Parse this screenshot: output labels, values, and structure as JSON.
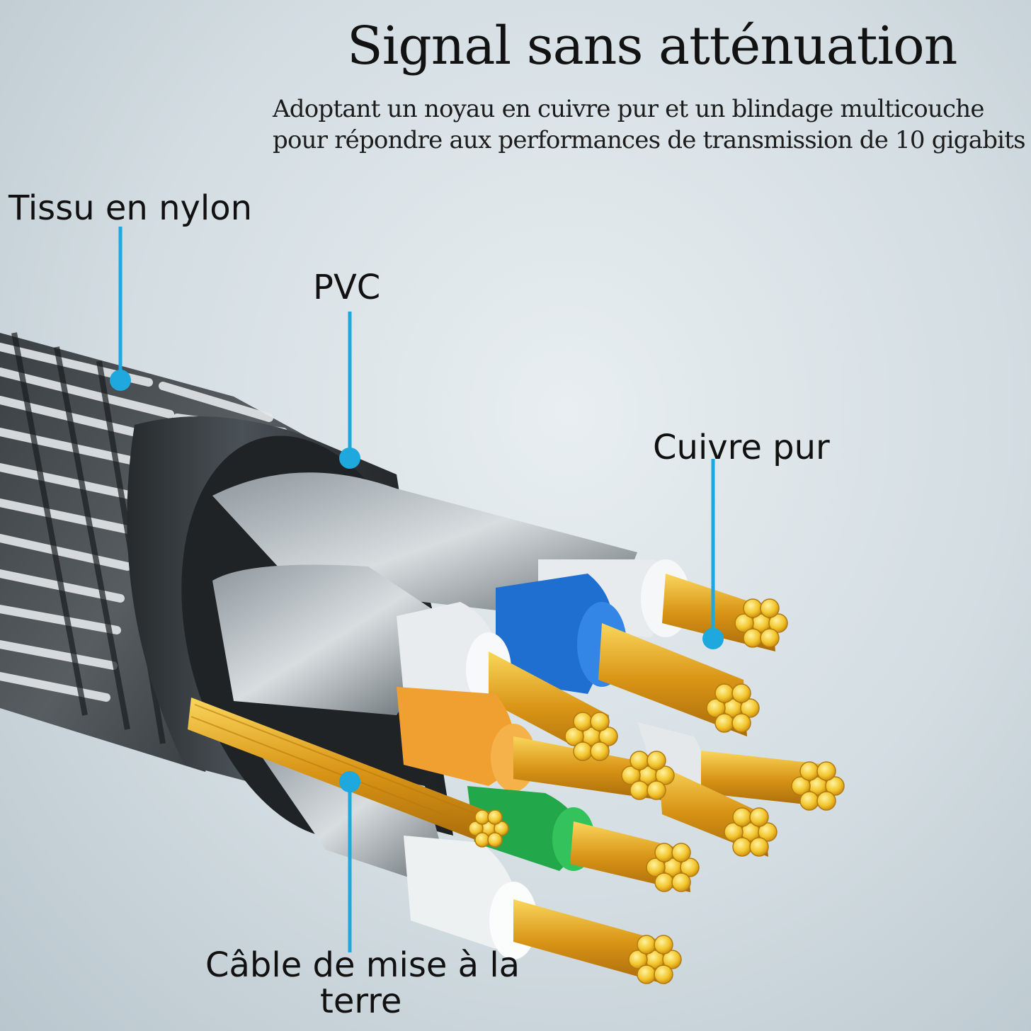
{
  "header": {
    "title": "Signal sans atténuation",
    "subtitle_line1": "Adoptant un noyau en cuivre pur et un blindage multicouche",
    "subtitle_line2": "pour répondre aux performances de transmission de 10 gigabits"
  },
  "labels": {
    "nylon": "Tissu en nylon",
    "pvc": "PVC",
    "copper": "Cuivre pur",
    "ground_line1": "Câble de mise à la",
    "ground_line2": "terre"
  },
  "colors": {
    "callout": "#1ea8de",
    "jacket": "#2e3336",
    "copper": "#e6a81e",
    "blue_insulation": "#1f6fd0",
    "orange_insulation": "#f0a030",
    "green_insulation": "#22a84a",
    "white_insulation": "#e9ecee"
  }
}
